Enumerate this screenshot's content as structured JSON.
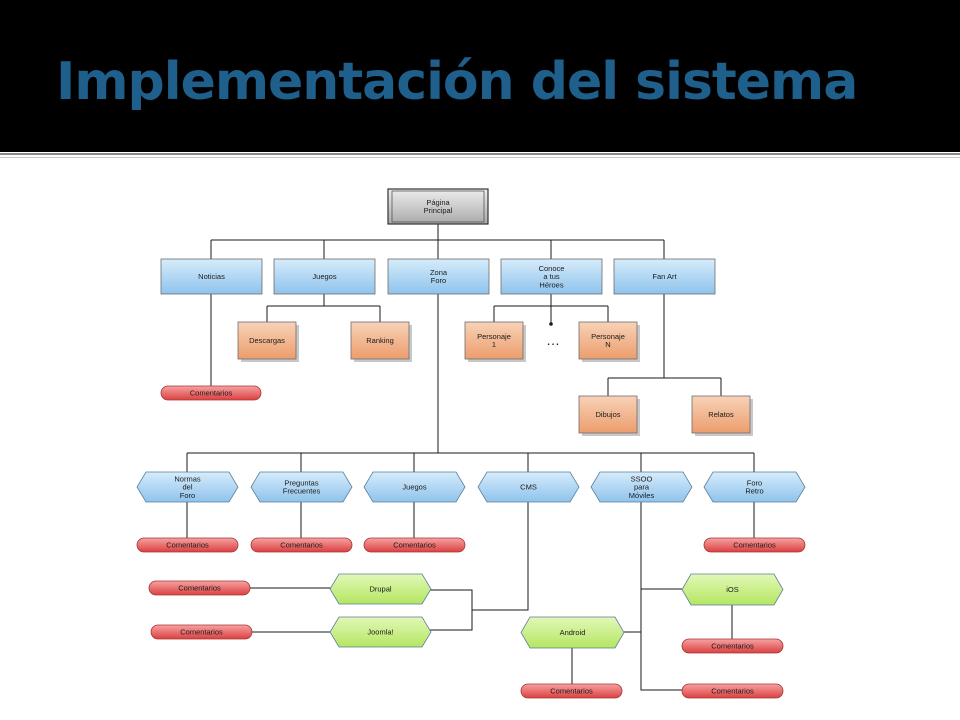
{
  "slide": {
    "title": "Implementación del sistema",
    "colors": {
      "header_bg": "#000000",
      "title": "#1f5f8c"
    }
  },
  "diagram": {
    "root": {
      "label": [
        "Página",
        "Principal"
      ]
    },
    "sections": {
      "noticias": {
        "label": [
          "Noticias"
        ]
      },
      "juegos": {
        "label": [
          "Juegos"
        ]
      },
      "zona_foro": {
        "label": [
          "Zona",
          "Foro"
        ]
      },
      "conoce": {
        "label": [
          "Conoce",
          "a tus",
          "Héroes"
        ]
      },
      "fan_art": {
        "label": [
          "Fan Art"
        ]
      }
    },
    "juegos_children": {
      "descargas": [
        "Descargas"
      ],
      "ranking": [
        "Ranking"
      ]
    },
    "heroes_children": {
      "personaje_1": [
        "Personaje",
        "1"
      ],
      "ellipsis": "…",
      "personaje_n": [
        "Personaje",
        "N"
      ]
    },
    "fan_art_children": {
      "dibujos": [
        "Dibujos"
      ],
      "relatos": [
        "Relatos"
      ]
    },
    "foro_sections": {
      "normas": [
        "Normas",
        "del",
        "Foro"
      ],
      "preguntas": [
        "Preguntas",
        "Frecuentes"
      ],
      "juegos": [
        "Juegos"
      ],
      "cms": [
        "CMS"
      ],
      "ssoo": [
        "SSOO",
        "para",
        "Móviles"
      ],
      "foro_retro": [
        "Foro",
        "Retro"
      ]
    },
    "platforms": {
      "drupal": [
        "Drupal"
      ],
      "joomla": [
        "Joomla!"
      ],
      "android": [
        "Android"
      ],
      "ios": [
        "iOS"
      ]
    },
    "comment_label": "Comentarios",
    "colors": {
      "blue": "#a9d3f3",
      "orange": "#f2b48e",
      "green": "#c6ef7c",
      "red": "#e65d5d",
      "gray": "#c9c9c9",
      "line": "#1a1a1a"
    }
  }
}
